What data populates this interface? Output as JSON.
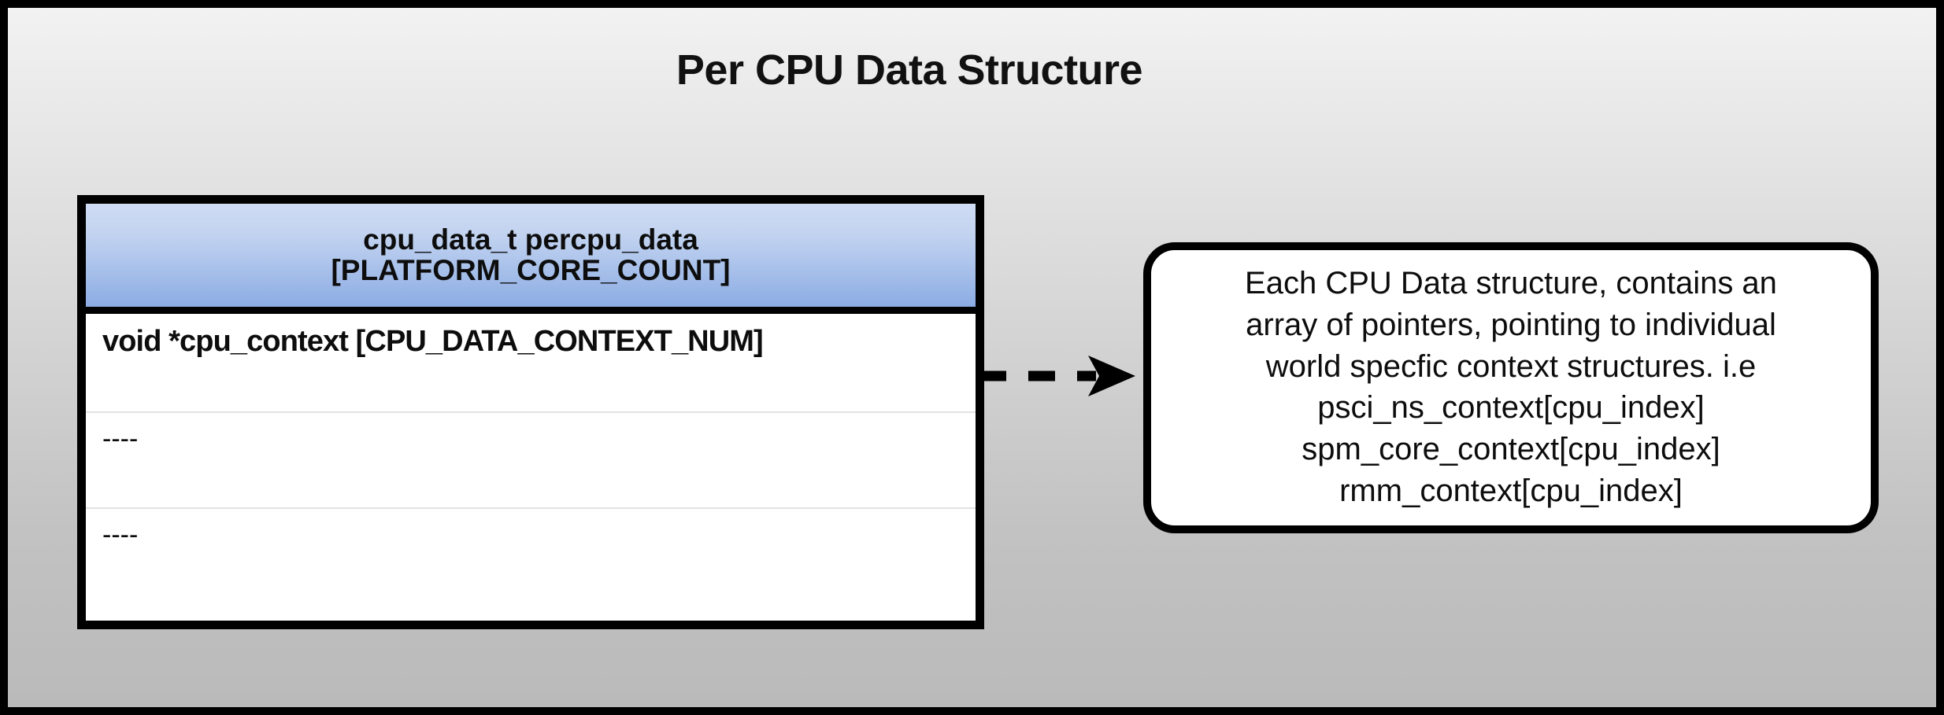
{
  "title": "Per CPU Data Structure",
  "colors": {
    "header_gradient_top": "#cfdcf4",
    "header_gradient_bottom": "#8cace4",
    "border": "#000000",
    "body_fill": "#ffffff",
    "background_top": "#f2f2f2",
    "background_bottom": "#bababa",
    "row_divider": "#e2e2e2"
  },
  "struct_table": {
    "header": {
      "line1": "cpu_data_t percpu_data",
      "line2": "[PLATFORM_CORE_COUNT]"
    },
    "rows": [
      {
        "text": "void *cpu_context [CPU_DATA_CONTEXT_NUM]"
      },
      {
        "text": "----"
      },
      {
        "text": "----"
      }
    ]
  },
  "connector": {
    "style": "dashed-arrow",
    "direction": "right",
    "icon": "dashed-arrow-right-icon"
  },
  "callout": {
    "lines": [
      "Each CPU Data structure, contains an",
      "array of pointers, pointing to individual",
      "world specfic context structures. i.e",
      "psci_ns_context[cpu_index]",
      "spm_core_context[cpu_index]",
      "rmm_context[cpu_index]"
    ]
  }
}
